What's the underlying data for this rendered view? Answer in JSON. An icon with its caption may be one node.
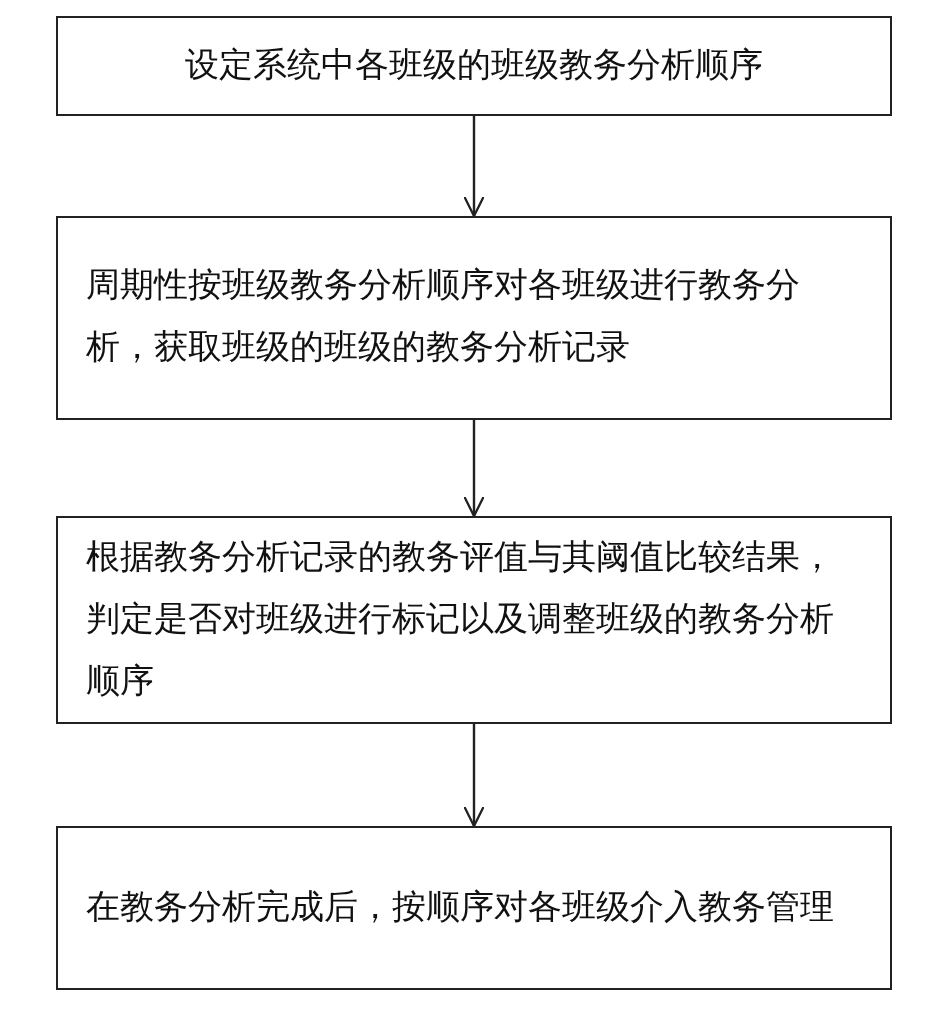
{
  "diagram": {
    "nodes": [
      {
        "text": [
          "设定系统中各班级的班级教务分析顺序"
        ]
      },
      {
        "text": [
          "周期性按班级教务分析顺序对各班级进行教务分析，获取班级的班级的教务分析记录"
        ]
      },
      {
        "text": [
          "根据教务分析记录的教务评值与其阈值比较结果，判定是否对班级进行标记以及调整班级的教务分析顺序"
        ]
      },
      {
        "text": [
          "在教务分析完成后，按顺序对各班级介入教务管理"
        ]
      }
    ],
    "edges": [
      {
        "from": 0,
        "to": 1,
        "arrow": "to"
      },
      {
        "from": 1,
        "to": 2,
        "arrow": "to"
      },
      {
        "from": 2,
        "to": 3,
        "arrow": "to"
      }
    ]
  }
}
